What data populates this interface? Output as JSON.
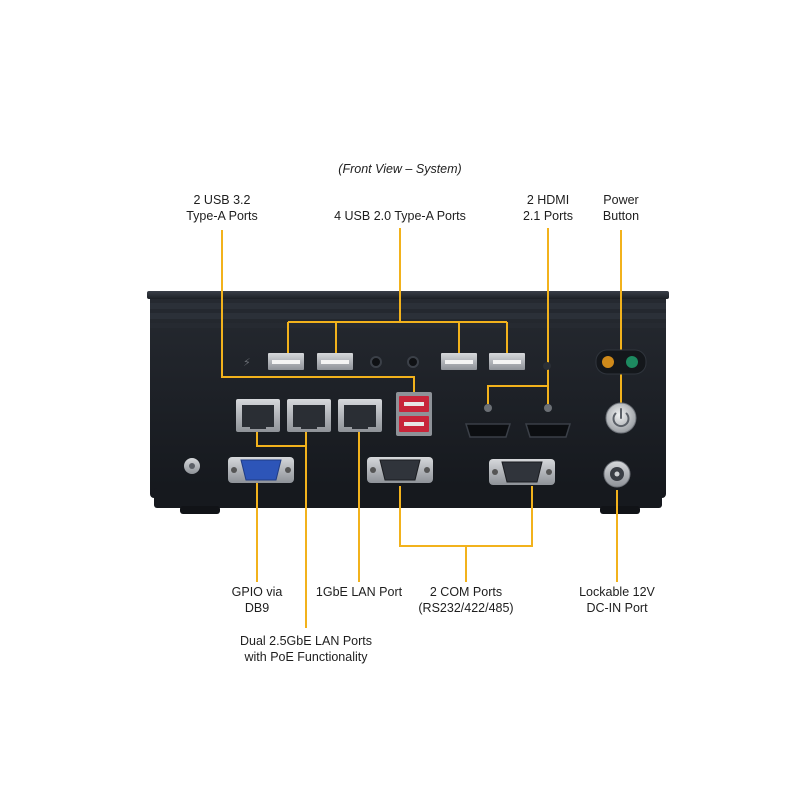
{
  "caption": "(Front View – System)",
  "callouts": {
    "usb32": {
      "line1": "2 USB 3.2",
      "line2": "Type-A Ports"
    },
    "usb20": {
      "line1": "4 USB 2.0 Type-A Ports"
    },
    "hdmi": {
      "line1": "2 HDMI",
      "line2": "2.1 Ports"
    },
    "power": {
      "line1": "Power",
      "line2": "Button"
    },
    "gpio": {
      "line1": "GPIO via",
      "line2": "DB9"
    },
    "lan1g": {
      "line1": "1GbE LAN Port"
    },
    "com": {
      "line1": "2 COM Ports",
      "line2": "(RS232/422/485)"
    },
    "dcin": {
      "line1": "Lockable 12V",
      "line2": "DC-IN Port"
    },
    "lan25": {
      "line1": "Dual 2.5GbE LAN Ports",
      "line2": "with PoE Functionality"
    }
  },
  "colors": {
    "leader": "#f2b21c",
    "chassis": "#1d2128",
    "chassis_fin": "#2a2f38",
    "port_metal": "#b9bcc0",
    "usb_red": "#c8253a",
    "db9_blue": "#2d55b8",
    "led_amber": "#d08a1a",
    "led_green": "#1d8a60"
  }
}
